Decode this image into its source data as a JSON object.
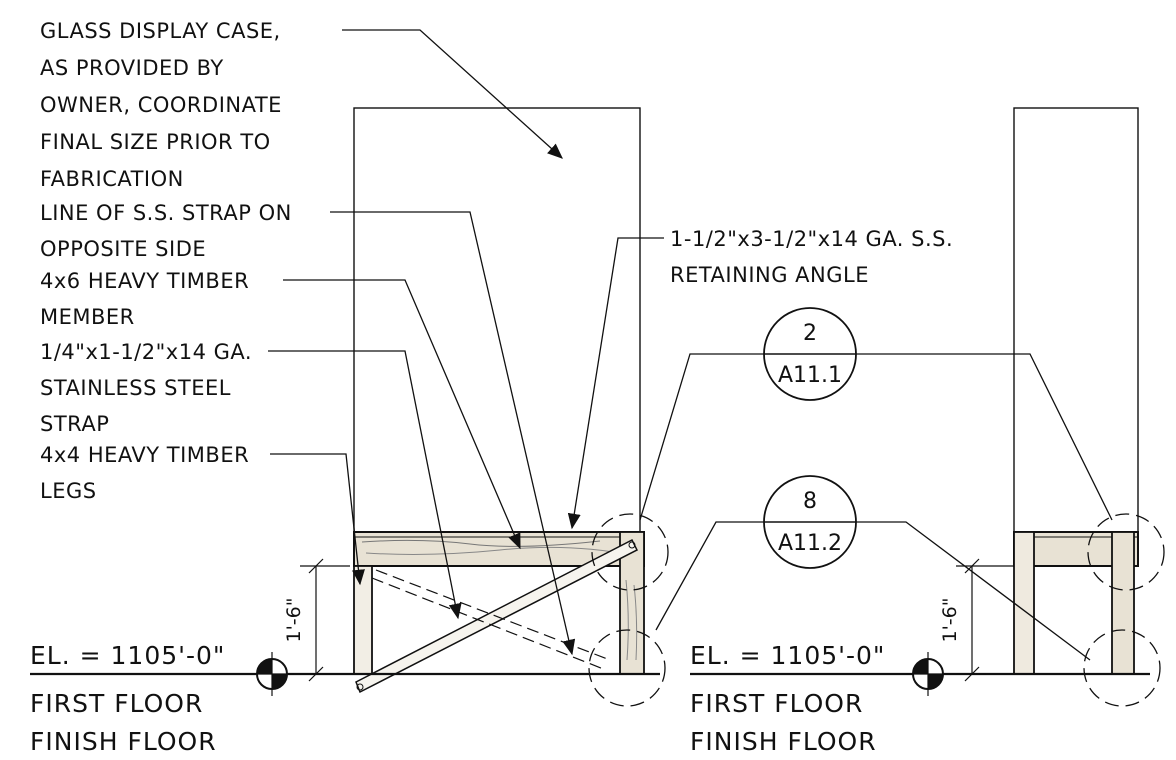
{
  "notes": {
    "glass_case": [
      "GLASS DISPLAY CASE,",
      "AS PROVIDED BY",
      "OWNER, COORDINATE",
      "FINAL SIZE PRIOR TO",
      "FABRICATION"
    ],
    "strap_line": [
      "LINE OF S.S. STRAP ON",
      "OPPOSITE SIDE"
    ],
    "timber_member": [
      "4x6 HEAVY TIMBER",
      "MEMBER"
    ],
    "steel_strap": [
      "1/4\"x1-1/2\"x14 GA.",
      "STAINLESS STEEL",
      "STRAP"
    ],
    "timber_legs": [
      "4x4 HEAVY TIMBER",
      "LEGS"
    ],
    "retaining_angle": [
      "1-1/2\"x3-1/2\"x14 GA. S.S.",
      "RETAINING ANGLE"
    ]
  },
  "callouts": [
    {
      "number": "2",
      "sheet": "A11.1"
    },
    {
      "number": "8",
      "sheet": "A11.2"
    }
  ],
  "dimension": "1'-6\"",
  "elevation_left": {
    "value": "EL. = 1105'-0\"",
    "line1": "FIRST FLOOR",
    "line2": "FINISH FLOOR"
  },
  "elevation_right": {
    "value": "EL. = 1105'-0\"",
    "line1": "FIRST FLOOR",
    "line2": "FINISH FLOOR"
  },
  "colors": {
    "ink": "#111111",
    "wood": "#e8e2d4"
  }
}
